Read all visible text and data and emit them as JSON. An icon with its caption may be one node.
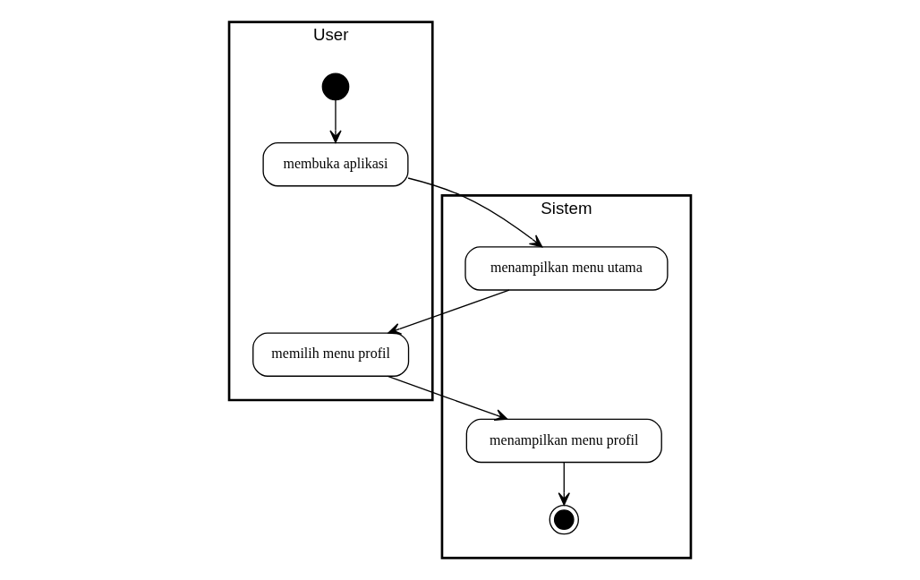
{
  "diagram": {
    "nodes": [
      {
        "text": [
          "User"
        ]
      },
      {
        "text": [
          "Sistem"
        ]
      },
      {
        "text": [],
        "shape": "circle",
        "in": 0
      },
      {
        "text": [
          "membuka aplikasi"
        ],
        "in": 0
      },
      {
        "text": [
          "menampilkan menu utama"
        ],
        "in": 1
      },
      {
        "text": [
          "memilih menu profil"
        ],
        "in": 0
      },
      {
        "text": [
          "menampilkan menu profil"
        ],
        "in": 1
      },
      {
        "text": [],
        "shape": "circle",
        "in": 1
      }
    ],
    "edges": [
      {
        "from": 2,
        "to": 3,
        "arrow": "to"
      },
      {
        "from": 3,
        "to": 4,
        "arrow": "to"
      },
      {
        "from": 4,
        "to": 5,
        "arrow": "to"
      },
      {
        "from": 5,
        "to": 6,
        "arrow": "to"
      },
      {
        "from": 6,
        "to": 7,
        "arrow": "to"
      }
    ]
  }
}
